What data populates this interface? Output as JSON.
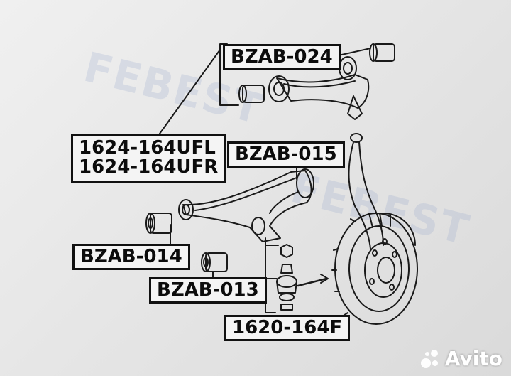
{
  "labels": {
    "bzab_024": "BZAB-024",
    "upper_arm_l": "1624-164UFL",
    "upper_arm_r": "1624-164UFR",
    "bzab_015": "BZAB-015",
    "bzab_014": "BZAB-014",
    "bzab_013": "BZAB-013",
    "ball_joint": "1620-164F"
  },
  "watermark": {
    "brand": "FEBEST",
    "marketplace": "Avito"
  },
  "colors": {
    "ink": "#111111",
    "label_bg": "#f4f4f4",
    "watermark": "#9aaad0"
  }
}
